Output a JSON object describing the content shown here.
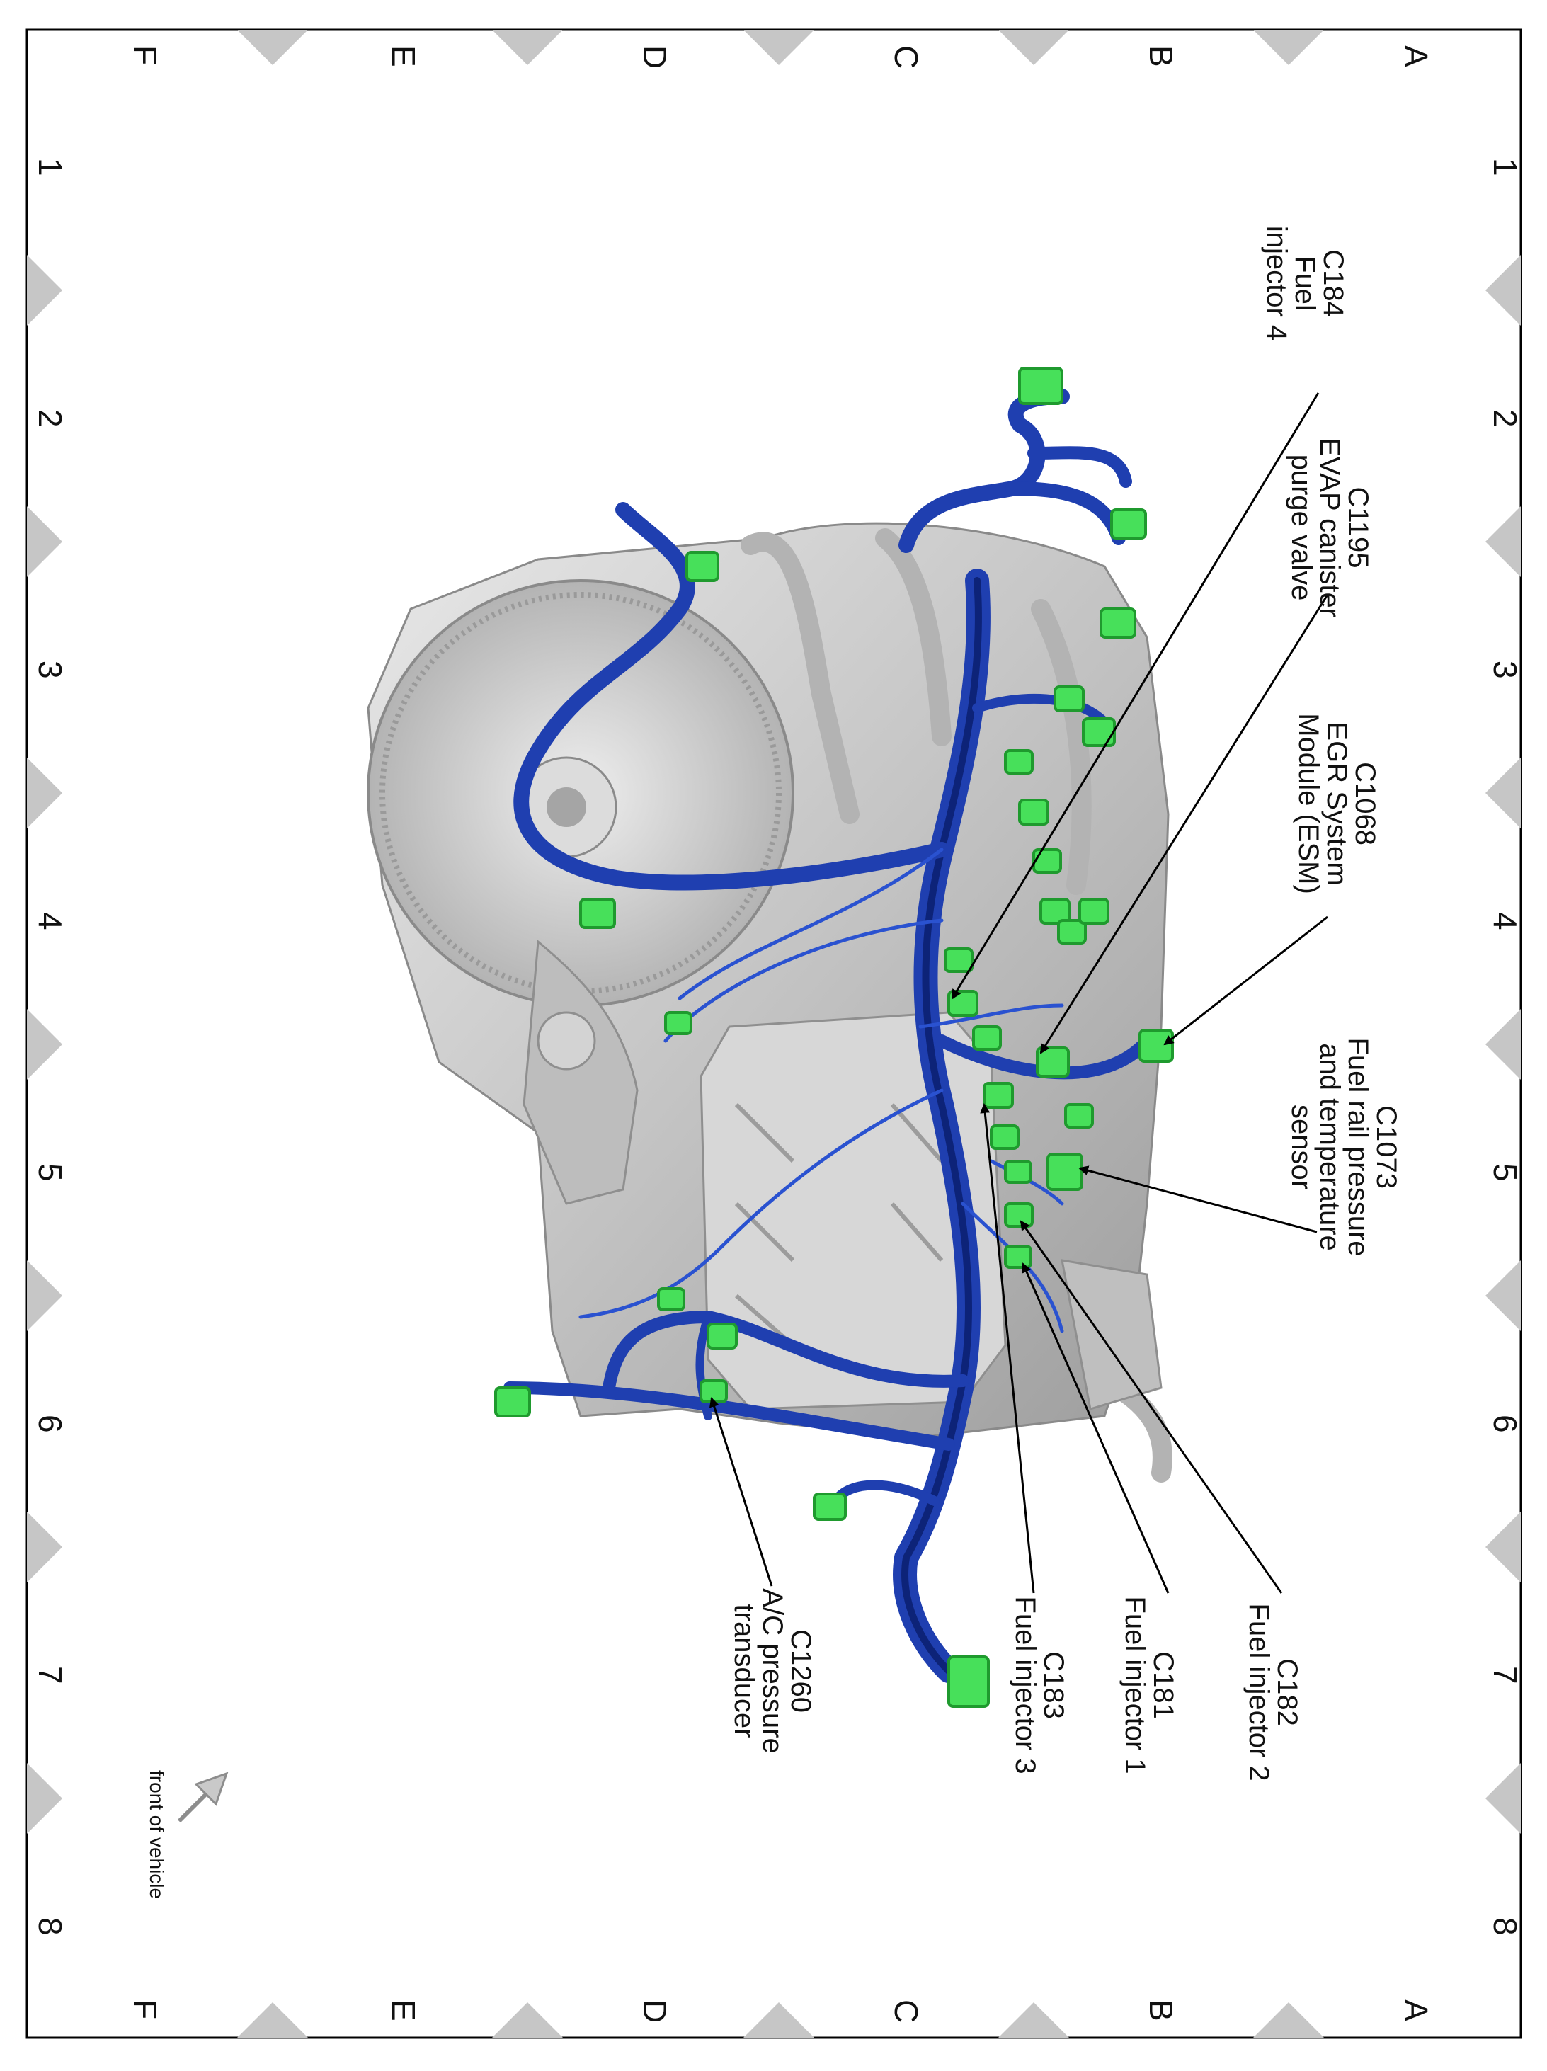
{
  "grid": {
    "rows": [
      "A",
      "B",
      "C",
      "D",
      "E",
      "F"
    ],
    "cols": [
      "1",
      "2",
      "3",
      "4",
      "5",
      "6",
      "7",
      "8"
    ]
  },
  "callouts": [
    {
      "id": "c184",
      "lines": [
        "C184",
        "Fuel",
        "injector 4"
      ]
    },
    {
      "id": "c1195",
      "lines": [
        "C1195",
        "EVAP canister",
        "purge valve"
      ]
    },
    {
      "id": "c1068",
      "lines": [
        "C1068",
        "EGR System",
        "Module (ESM)"
      ]
    },
    {
      "id": "c1073",
      "lines": [
        "C1073",
        "Fuel rail pressure",
        "and temperature",
        "sensor"
      ]
    },
    {
      "id": "c182",
      "lines": [
        "C182",
        "Fuel injector 2"
      ]
    },
    {
      "id": "c181",
      "lines": [
        "C181",
        "Fuel injector 1"
      ]
    },
    {
      "id": "c183",
      "lines": [
        "C183",
        "Fuel injector 3"
      ]
    },
    {
      "id": "c1260",
      "lines": [
        "C1260",
        "A/C pressure",
        "transducer"
      ]
    }
  ],
  "front_label": "front of vehicle",
  "colors": {
    "harness": "#1f3fb0",
    "harness_dark": "#0d2378",
    "connector": "#47e05a",
    "connector_dark": "#1f9a2e",
    "engine": "#c9c9c9",
    "engine_shade": "#a9a9a9",
    "marker": "#c6c6c6"
  }
}
